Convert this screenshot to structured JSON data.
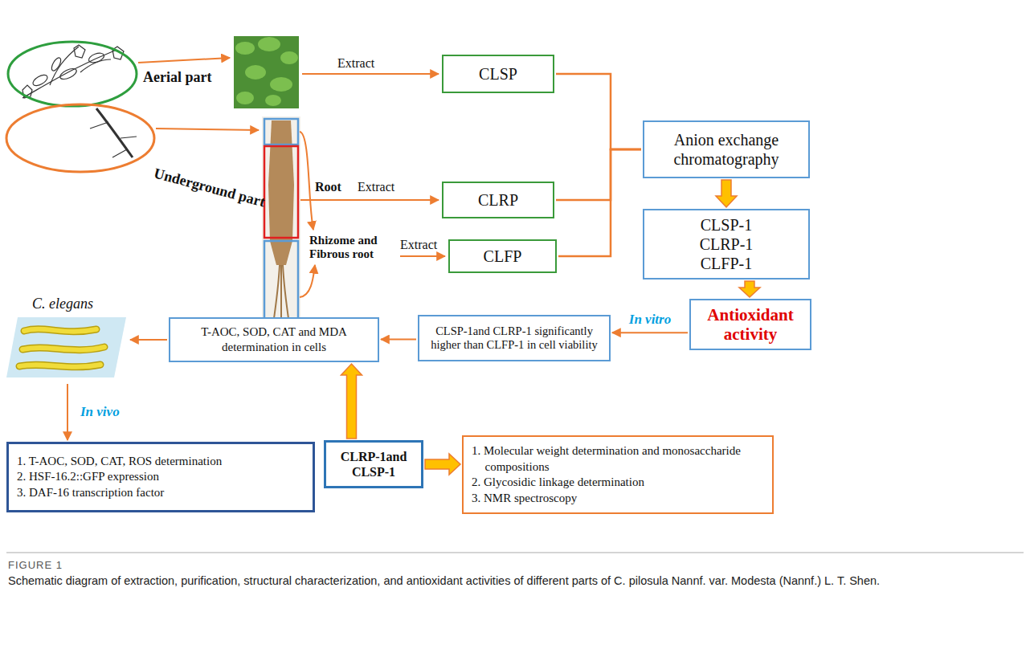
{
  "diagram": {
    "caption": "Schematic diagram of extraction, purification, structural characterization, and antioxidant activities of different parts of C. pilosula Nannf. var. Modesta (Nannf.) L. T. Shen.",
    "nodes": [
      {
        "text": [
          "CLSP"
        ]
      },
      {
        "text": [
          "CLRP"
        ]
      },
      {
        "text": [
          "CLFP"
        ]
      },
      {
        "text": [
          "Anion exchange chromatography"
        ]
      },
      {
        "text": [
          "CLSP-1",
          "CLRP-1",
          "CLFP-1"
        ]
      },
      {
        "text": [
          "Antioxidant activity"
        ]
      },
      {
        "text": [
          "CLSP-1and CLRP-1 significantly higher than CLFP-1 in cell viability"
        ]
      },
      {
        "text": [
          "T-AOC, SOD, CAT and MDA determination in cells"
        ]
      },
      {
        "text": [
          "C. elegans"
        ]
      },
      {
        "text": [
          "1. T-AOC, SOD, CAT, ROS determination",
          "2. HSF-16.2::GFP expression",
          "3. DAF-16 transcription factor"
        ]
      },
      {
        "text": [
          "CLRP-1and CLSP-1"
        ]
      },
      {
        "text": [
          "1. Molecular weight determination and monosaccharide compositions",
          "2. Glycosidic linkage determination",
          "3. NMR spectroscopy"
        ]
      }
    ],
    "edges": [
      {
        "from": 0,
        "to": 3,
        "arrow": "none"
      },
      {
        "from": 1,
        "to": 3,
        "arrow": "none"
      },
      {
        "from": 2,
        "to": 3,
        "arrow": "none"
      },
      {
        "from": 3,
        "to": 4,
        "arrow": "to"
      },
      {
        "from": 4,
        "to": 5,
        "arrow": "to"
      },
      {
        "from": 5,
        "to": 6,
        "label": "In vitro",
        "arrow": "to"
      },
      {
        "from": 6,
        "to": 7,
        "arrow": "to"
      },
      {
        "from": 7,
        "to": 8,
        "arrow": "to"
      },
      {
        "from": 8,
        "to": 9,
        "label": "In vivo",
        "arrow": "to"
      },
      {
        "from": 10,
        "to": 7,
        "arrow": "to"
      },
      {
        "from": 10,
        "to": 11,
        "arrow": "to"
      }
    ],
    "labels": [
      "Aerial part",
      "Underground part",
      "Extract",
      "Root",
      "Extract",
      "Rhizome and Fibrous root",
      "Extract",
      "FIGURE 1"
    ]
  }
}
